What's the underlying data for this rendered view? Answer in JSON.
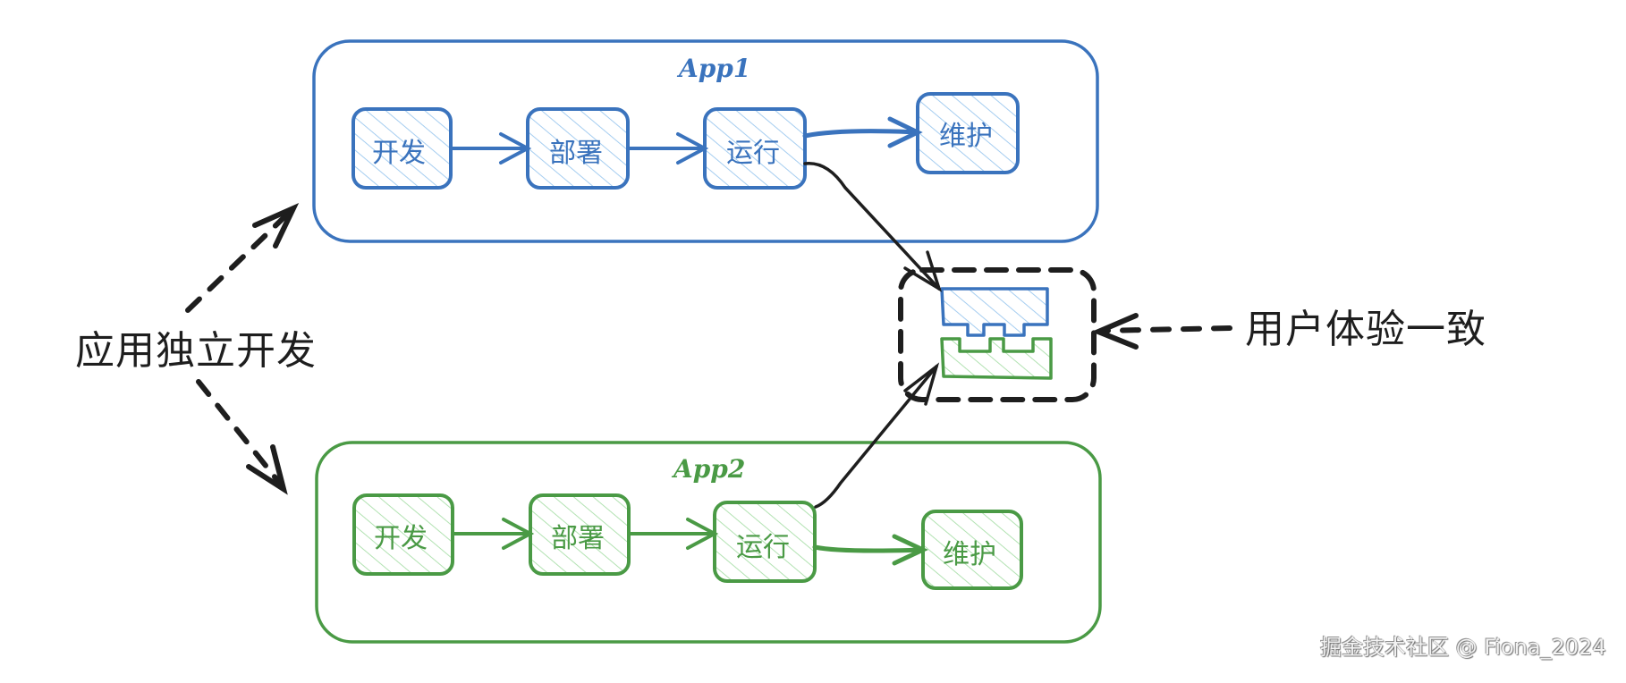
{
  "colors": {
    "app1_stroke": "#3a73bd",
    "app1_hatch": "#a5cdf0",
    "app1_text": "#3a73bd",
    "app2_stroke": "#4a9a45",
    "app2_hatch": "#b2e2b2",
    "app2_text": "#4a9a45",
    "arrow": "#1e1e1e"
  },
  "left_label": "应用独立开发",
  "right_label": "用户体验一致",
  "apps": [
    {
      "title": "App1",
      "steps": [
        "开发",
        "部署",
        "运行",
        "维护"
      ]
    },
    {
      "title": "App2",
      "steps": [
        "开发",
        "部署",
        "运行",
        "维护"
      ]
    }
  ],
  "watermark": "掘金技术社区 @ Fiona_2024"
}
